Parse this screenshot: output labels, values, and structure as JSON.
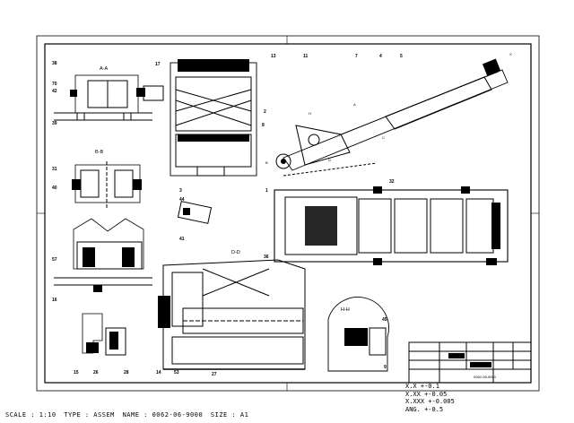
{
  "drawing": {
    "number": "0062-06-9000",
    "title_block_number": "0062-06-9000"
  },
  "sections": {
    "aa": "A-A",
    "bb": "B-B",
    "dd": "D-D",
    "hh": "H-H"
  },
  "edge_labels": {
    "x": "X",
    "a": "A",
    "b": "B",
    "c": "C",
    "d": "D",
    "h": "H"
  },
  "callouts": {
    "c1": "7",
    "c2": "4",
    "c3": "5",
    "c4": "13",
    "c5": "11",
    "c6": "17",
    "c7": "2",
    "c8": "8",
    "c9": "1",
    "c10": "32",
    "c11": "31",
    "c12": "42",
    "c13": "38",
    "c14": "70",
    "c15": "40",
    "c16": "39",
    "c17": "57",
    "c18": "16",
    "c19": "36",
    "c20": "15",
    "c21": "26",
    "c22": "28",
    "c23": "14",
    "c24": "53",
    "c25": "27",
    "c26": "9",
    "c27": "45",
    "c28": "44",
    "c29": "3",
    "c30": "41"
  },
  "tolerances": {
    "x1": "X.X    +-0.1",
    "x2": "X.XX   +-0.05",
    "x3": "X.XXX  +-0.005",
    "ang": "ANG.   +-0.5"
  },
  "status_bar": {
    "scale": "SCALE : 1:10",
    "type": "TYPE : ASSEM",
    "name": "NAME : 0062-06-9000",
    "size": "SIZE : A1"
  }
}
